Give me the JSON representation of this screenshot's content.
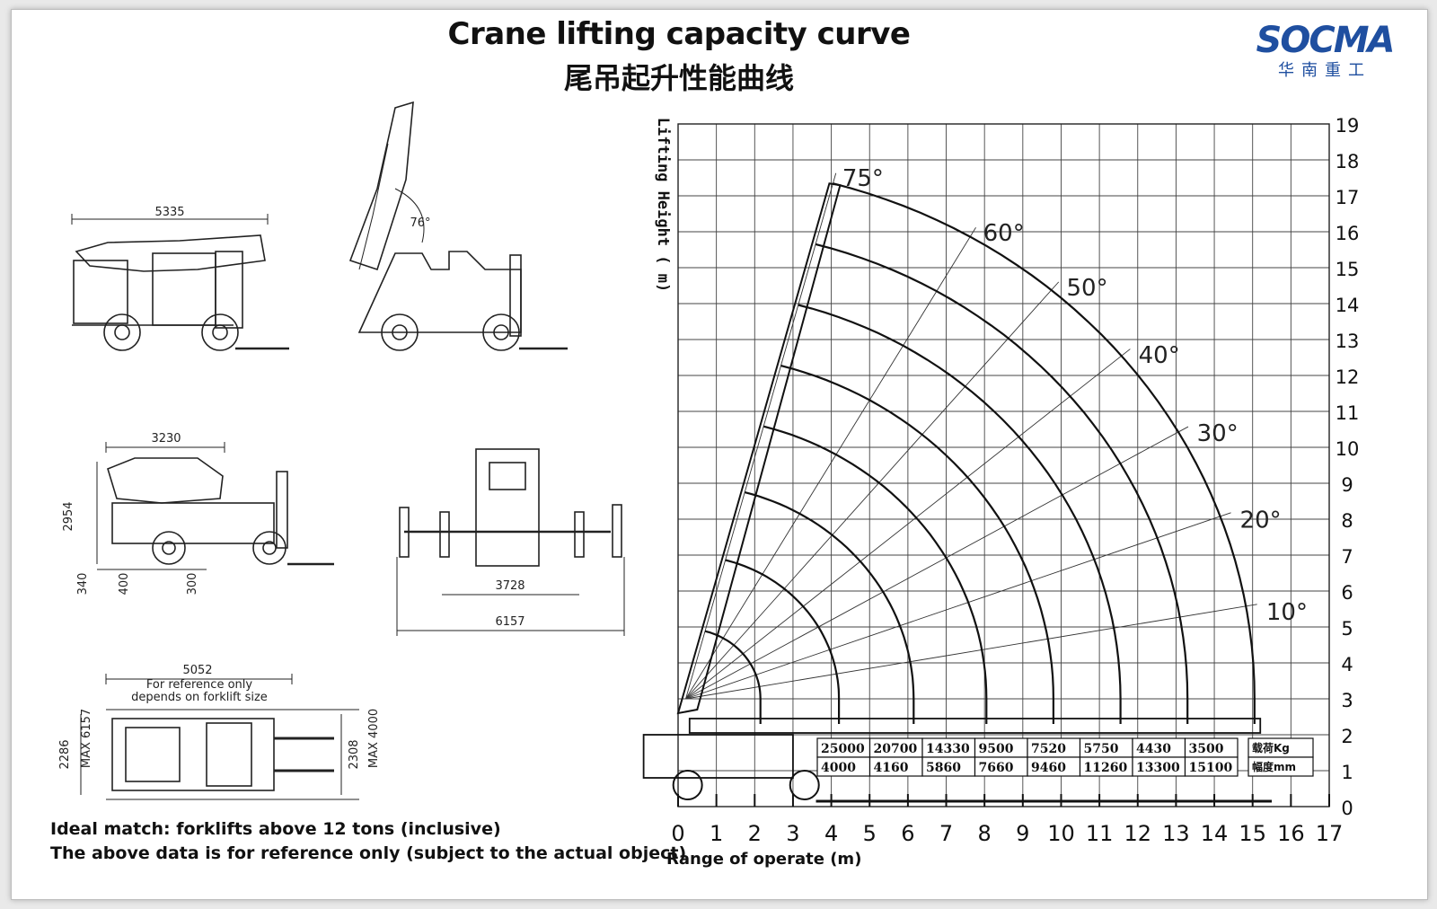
{
  "header": {
    "title_en": "Crane lifting capacity curve",
    "title_cn": "尾吊起升性能曲线"
  },
  "brand": {
    "name": "SOCMA",
    "name_cn": "华南重工",
    "color": "#1f4fa0"
  },
  "drawings": {
    "side_view_length": "5335",
    "boom_angle_label": "76°",
    "front_width": "3230",
    "front_height": "2954",
    "front_dims": [
      "340",
      "400",
      "300"
    ],
    "outrigger_inner": "3728",
    "outrigger_outer": "6157",
    "top_length": "5052",
    "top_note_line1": "For reference only",
    "top_note_line2": "depends on forklift size",
    "top_dim_left1": "2286",
    "top_dim_left2": "MAX 6157",
    "top_dim_right1": "2308",
    "top_dim_right2": "MAX 4000"
  },
  "notes": {
    "line1": "Ideal match: forklifts above 12 tons (inclusive)",
    "line2": "The above data is for reference only (subject to the actual object)"
  },
  "chart_data": {
    "type": "line",
    "title": "",
    "xlabel": "Range of operate (m)",
    "ylabel": "Lifting Height ( m)",
    "xlim": [
      0,
      17
    ],
    "ylim": [
      0,
      19
    ],
    "x_ticks": [
      "0",
      "1",
      "2",
      "3",
      "4",
      "5",
      "6",
      "7",
      "8",
      "9",
      "10",
      "11",
      "12",
      "13",
      "14",
      "15",
      "16",
      "17"
    ],
    "y_ticks": [
      "0",
      "1",
      "2",
      "3",
      "4",
      "5",
      "6",
      "7",
      "8",
      "9",
      "10",
      "11",
      "12",
      "13",
      "14",
      "15",
      "16",
      "17",
      "18",
      "19"
    ],
    "grid": true,
    "boom_pivot": [
      0.2,
      3.0
    ],
    "angle_lines": [
      {
        "label": "75°",
        "angle": 75
      },
      {
        "label": "60°",
        "angle": 60
      },
      {
        "label": "50°",
        "angle": 50
      },
      {
        "label": "40°",
        "angle": 40
      },
      {
        "label": "30°",
        "angle": 30
      },
      {
        "label": "20°",
        "angle": 20
      },
      {
        "label": "10°",
        "angle": 10
      }
    ],
    "arc_radii": [
      1.95,
      4.0,
      5.95,
      7.85,
      9.6,
      11.35,
      13.1,
      14.85
    ],
    "load_table": {
      "load_label": "载荷Kg",
      "range_label": "幅度mm",
      "loads": [
        "25000",
        "20700",
        "14330",
        "9500",
        "7520",
        "5750",
        "4430",
        "3500"
      ],
      "ranges": [
        "4000",
        "4160",
        "5860",
        "7660",
        "9460",
        "11260",
        "13300",
        "15100"
      ]
    }
  }
}
